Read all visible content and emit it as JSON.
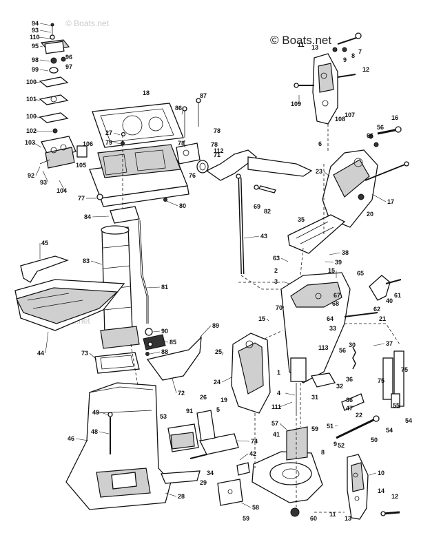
{
  "watermark": {
    "main": "© Boats.net",
    "faint_top": "© Boats.net",
    "faint_mid": "Boats.net"
  },
  "part_labels": [
    {
      "id": "94",
      "text": "94"
    },
    {
      "id": "93a",
      "text": "93"
    },
    {
      "id": "110",
      "text": "110"
    },
    {
      "id": "95",
      "text": "95"
    },
    {
      "id": "98",
      "text": "98"
    },
    {
      "id": "96",
      "text": "96"
    },
    {
      "id": "99",
      "text": "99"
    },
    {
      "id": "97",
      "text": "97"
    },
    {
      "id": "100a",
      "text": "100"
    },
    {
      "id": "101",
      "text": "101"
    },
    {
      "id": "100b",
      "text": "100"
    },
    {
      "id": "102",
      "text": "102"
    },
    {
      "id": "103",
      "text": "103"
    },
    {
      "id": "106",
      "text": "106"
    },
    {
      "id": "105",
      "text": "105"
    },
    {
      "id": "92",
      "text": "92"
    },
    {
      "id": "93b",
      "text": "93"
    },
    {
      "id": "104",
      "text": "104"
    },
    {
      "id": "18",
      "text": "18"
    },
    {
      "id": "86",
      "text": "86"
    },
    {
      "id": "87",
      "text": "87"
    },
    {
      "id": "27",
      "text": "27"
    },
    {
      "id": "78a",
      "text": "78"
    },
    {
      "id": "79",
      "text": "79"
    },
    {
      "id": "78b",
      "text": "78"
    },
    {
      "id": "78c",
      "text": "78"
    },
    {
      "id": "71",
      "text": "71"
    },
    {
      "id": "112",
      "text": "112"
    },
    {
      "id": "76",
      "text": "76"
    },
    {
      "id": "77",
      "text": "77"
    },
    {
      "id": "80",
      "text": "80"
    },
    {
      "id": "84",
      "text": "84"
    },
    {
      "id": "69",
      "text": "69"
    },
    {
      "id": "82",
      "text": "82"
    },
    {
      "id": "43",
      "text": "43"
    },
    {
      "id": "45",
      "text": "45"
    },
    {
      "id": "83",
      "text": "83"
    },
    {
      "id": "81",
      "text": "81"
    },
    {
      "id": "44",
      "text": "44"
    },
    {
      "id": "90",
      "text": "90"
    },
    {
      "id": "89",
      "text": "89"
    },
    {
      "id": "85",
      "text": "85"
    },
    {
      "id": "88",
      "text": "88"
    },
    {
      "id": "73",
      "text": "73"
    },
    {
      "id": "72",
      "text": "72"
    },
    {
      "id": "13a",
      "text": "13"
    },
    {
      "id": "11a",
      "text": "11"
    },
    {
      "id": "9a",
      "text": "9"
    },
    {
      "id": "8a",
      "text": "8"
    },
    {
      "id": "7",
      "text": "7"
    },
    {
      "id": "12a",
      "text": "12"
    },
    {
      "id": "109",
      "text": "109"
    },
    {
      "id": "108",
      "text": "108"
    },
    {
      "id": "107",
      "text": "107"
    },
    {
      "id": "6",
      "text": "6"
    },
    {
      "id": "16",
      "text": "16"
    },
    {
      "id": "56a",
      "text": "56"
    },
    {
      "id": "66",
      "text": "66"
    },
    {
      "id": "23",
      "text": "23"
    },
    {
      "id": "17",
      "text": "17"
    },
    {
      "id": "20",
      "text": "20"
    },
    {
      "id": "35",
      "text": "35"
    },
    {
      "id": "38",
      "text": "38"
    },
    {
      "id": "39",
      "text": "39"
    },
    {
      "id": "63",
      "text": "63"
    },
    {
      "id": "2",
      "text": "2"
    },
    {
      "id": "3",
      "text": "3"
    },
    {
      "id": "15a",
      "text": "15"
    },
    {
      "id": "65",
      "text": "65"
    },
    {
      "id": "61",
      "text": "61"
    },
    {
      "id": "40",
      "text": "40"
    },
    {
      "id": "62",
      "text": "62"
    },
    {
      "id": "68",
      "text": "68"
    },
    {
      "id": "67",
      "text": "67"
    },
    {
      "id": "70",
      "text": "70"
    },
    {
      "id": "15b",
      "text": "15"
    },
    {
      "id": "64",
      "text": "64"
    },
    {
      "id": "21",
      "text": "21"
    },
    {
      "id": "33",
      "text": "33"
    },
    {
      "id": "113",
      "text": "113"
    },
    {
      "id": "30",
      "text": "30"
    },
    {
      "id": "37",
      "text": "37"
    },
    {
      "id": "25",
      "text": "25"
    },
    {
      "id": "56b",
      "text": "56"
    },
    {
      "id": "1",
      "text": "1"
    },
    {
      "id": "32",
      "text": "32"
    },
    {
      "id": "75a",
      "text": "75"
    },
    {
      "id": "75b",
      "text": "75"
    },
    {
      "id": "24",
      "text": "24"
    },
    {
      "id": "36a",
      "text": "36"
    },
    {
      "id": "4",
      "text": "4"
    },
    {
      "id": "31",
      "text": "31"
    },
    {
      "id": "36b",
      "text": "36"
    },
    {
      "id": "55",
      "text": "55"
    },
    {
      "id": "111",
      "text": "111"
    },
    {
      "id": "47",
      "text": "47"
    },
    {
      "id": "22",
      "text": "22"
    },
    {
      "id": "54a",
      "text": "54"
    },
    {
      "id": "54b",
      "text": "54"
    },
    {
      "id": "51",
      "text": "51"
    },
    {
      "id": "50",
      "text": "50"
    },
    {
      "id": "26",
      "text": "26"
    },
    {
      "id": "19",
      "text": "19"
    },
    {
      "id": "5",
      "text": "5"
    },
    {
      "id": "49",
      "text": "49"
    },
    {
      "id": "53",
      "text": "53"
    },
    {
      "id": "91",
      "text": "91"
    },
    {
      "id": "57",
      "text": "57"
    },
    {
      "id": "59a",
      "text": "59"
    },
    {
      "id": "48",
      "text": "48"
    },
    {
      "id": "52",
      "text": "52"
    },
    {
      "id": "46",
      "text": "46"
    },
    {
      "id": "74",
      "text": "74"
    },
    {
      "id": "41",
      "text": "41"
    },
    {
      "id": "42",
      "text": "42"
    },
    {
      "id": "9b",
      "text": "9"
    },
    {
      "id": "8b",
      "text": "8"
    },
    {
      "id": "10",
      "text": "10"
    },
    {
      "id": "34",
      "text": "34"
    },
    {
      "id": "29",
      "text": "29"
    },
    {
      "id": "28",
      "text": "28"
    },
    {
      "id": "58",
      "text": "58"
    },
    {
      "id": "59b",
      "text": "59"
    },
    {
      "id": "60",
      "text": "60"
    },
    {
      "id": "14",
      "text": "14"
    },
    {
      "id": "12b",
      "text": "12"
    },
    {
      "id": "11b",
      "text": "11"
    },
    {
      "id": "13b",
      "text": "13"
    }
  ]
}
